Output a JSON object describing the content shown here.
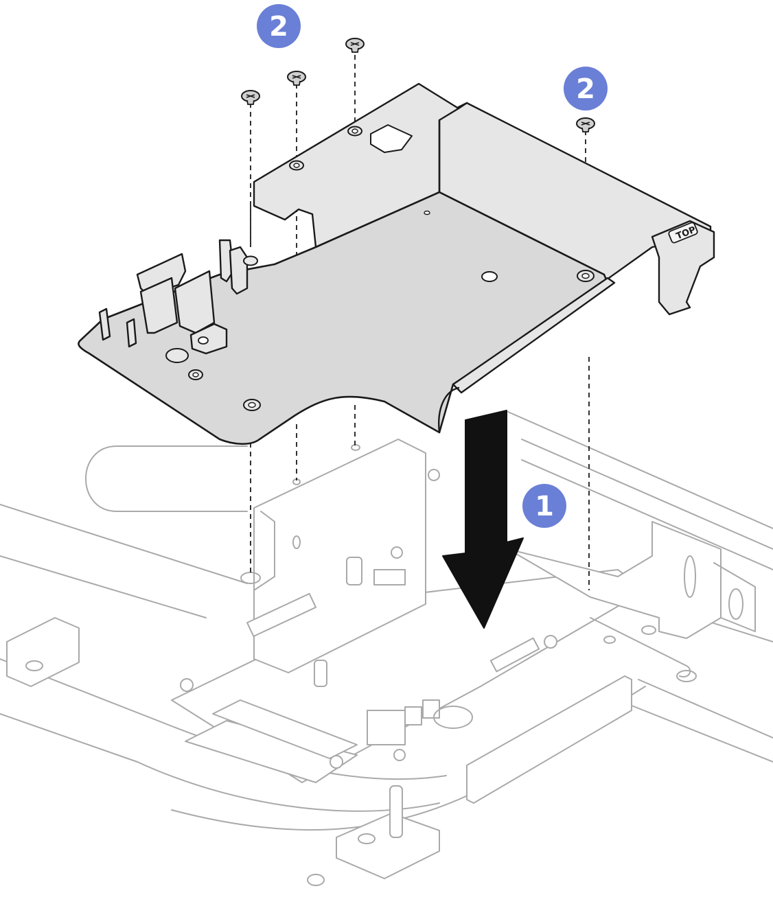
{
  "diagram": {
    "steps": [
      {
        "label": "1"
      },
      {
        "label": "2"
      },
      {
        "label": "2"
      }
    ],
    "bracket_label": "TOP",
    "colors": {
      "badge": "#6a7fd6",
      "bracket_fill": "#d9d9d9",
      "outline": "#1a1a1a",
      "ghost": "#a9a9a9"
    },
    "icons": [
      "screw-icon",
      "down-arrow-icon"
    ]
  }
}
